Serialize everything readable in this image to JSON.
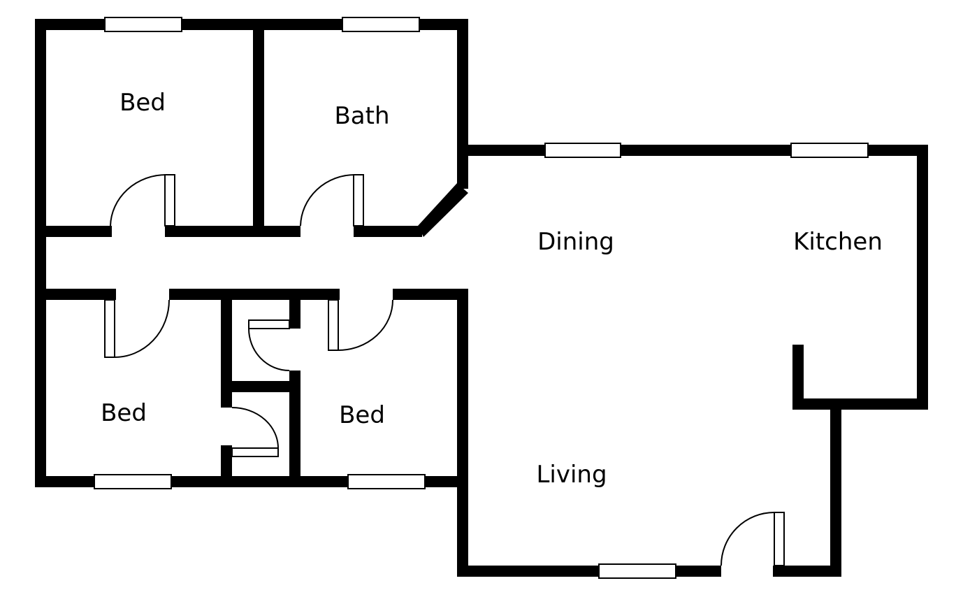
{
  "colors": {
    "wall": "#000000",
    "background": "#ffffff",
    "window": "#ffffff"
  },
  "rooms": {
    "bed_top_left": "Bed",
    "bath": "Bath",
    "dining": "Dining",
    "kitchen": "Kitchen",
    "bed_bottom_left": "Bed",
    "bed_bottom_middle": "Bed",
    "living": "Living"
  }
}
